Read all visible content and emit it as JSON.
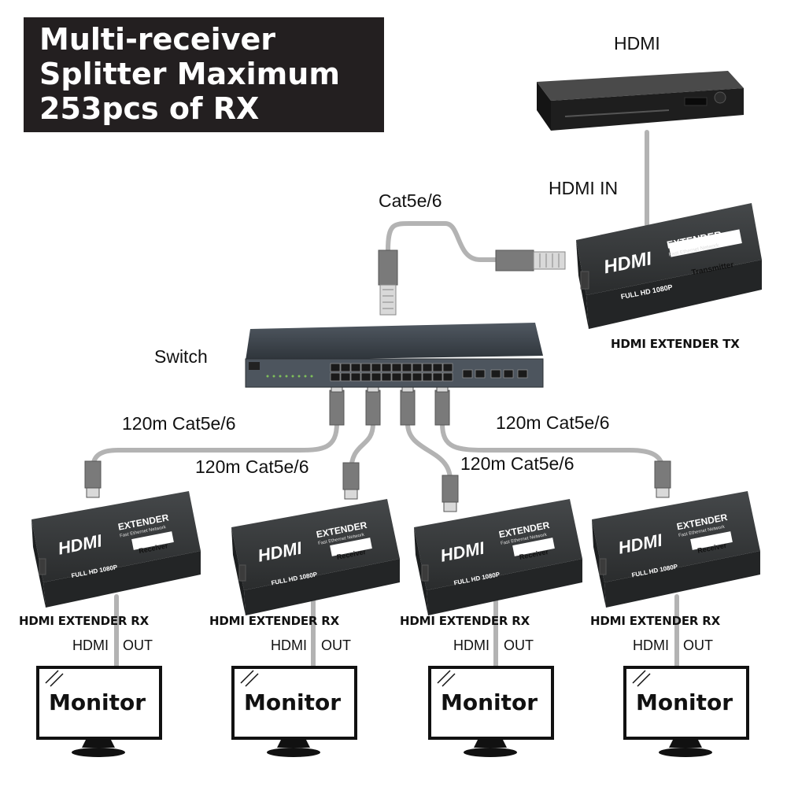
{
  "title": {
    "line1": "Multi-receiver",
    "line2": "Splitter Maximum",
    "line3": "253pcs of RX"
  },
  "labels": {
    "hdmi_source": "HDMI",
    "hdmi_in": "HDMI IN",
    "cat_top": "Cat5e/6",
    "switch": "Switch",
    "tx_caption": "HDMI EXTENDER TX",
    "cable_1": "120m Cat5e/6",
    "cable_2": "120m Cat5e/6",
    "cable_3": "120m Cat5e/6",
    "cable_4": "120m Cat5e/6"
  },
  "transmitter": {
    "logo": "HDMI",
    "extender": "EXTENDER",
    "network": "Fast Ethernet Network",
    "resolution": "FULL HD 1080P",
    "badge": "Transmitter"
  },
  "receivers": [
    {
      "logo": "HDMI",
      "extender": "EXTENDER",
      "network": "Fast Ethernet Network",
      "resolution": "FULL HD 1080P",
      "badge": "Receiver",
      "caption": "HDMI EXTENDER RX",
      "out_left": "HDMI",
      "out_right": "OUT",
      "monitor": "Monitor"
    },
    {
      "logo": "HDMI",
      "extender": "EXTENDER",
      "network": "Fast Ethernet Network",
      "resolution": "FULL HD 1080P",
      "badge": "Receiver",
      "caption": "HDMI EXTENDER RX",
      "out_left": "HDMI",
      "out_right": "OUT",
      "monitor": "Monitor"
    },
    {
      "logo": "HDMI",
      "extender": "EXTENDER",
      "network": "Fast Ethernet Network",
      "resolution": "FULL HD 1080P",
      "badge": "Receiver",
      "caption": "HDMI EXTENDER RX",
      "out_left": "HDMI",
      "out_right": "OUT",
      "monitor": "Monitor"
    },
    {
      "logo": "HDMI",
      "extender": "EXTENDER",
      "network": "Fast Ethernet Network",
      "resolution": "FULL HD 1080P",
      "badge": "Receiver",
      "caption": "HDMI EXTENDER RX",
      "out_left": "HDMI",
      "out_right": "OUT",
      "monitor": "Monitor"
    }
  ],
  "colors": {
    "title_bg": "#231f20",
    "device_body": "#2f3132",
    "cable": "#b3b3b3",
    "connector": "#7a7a7a",
    "switch_body": "#3a4046"
  }
}
